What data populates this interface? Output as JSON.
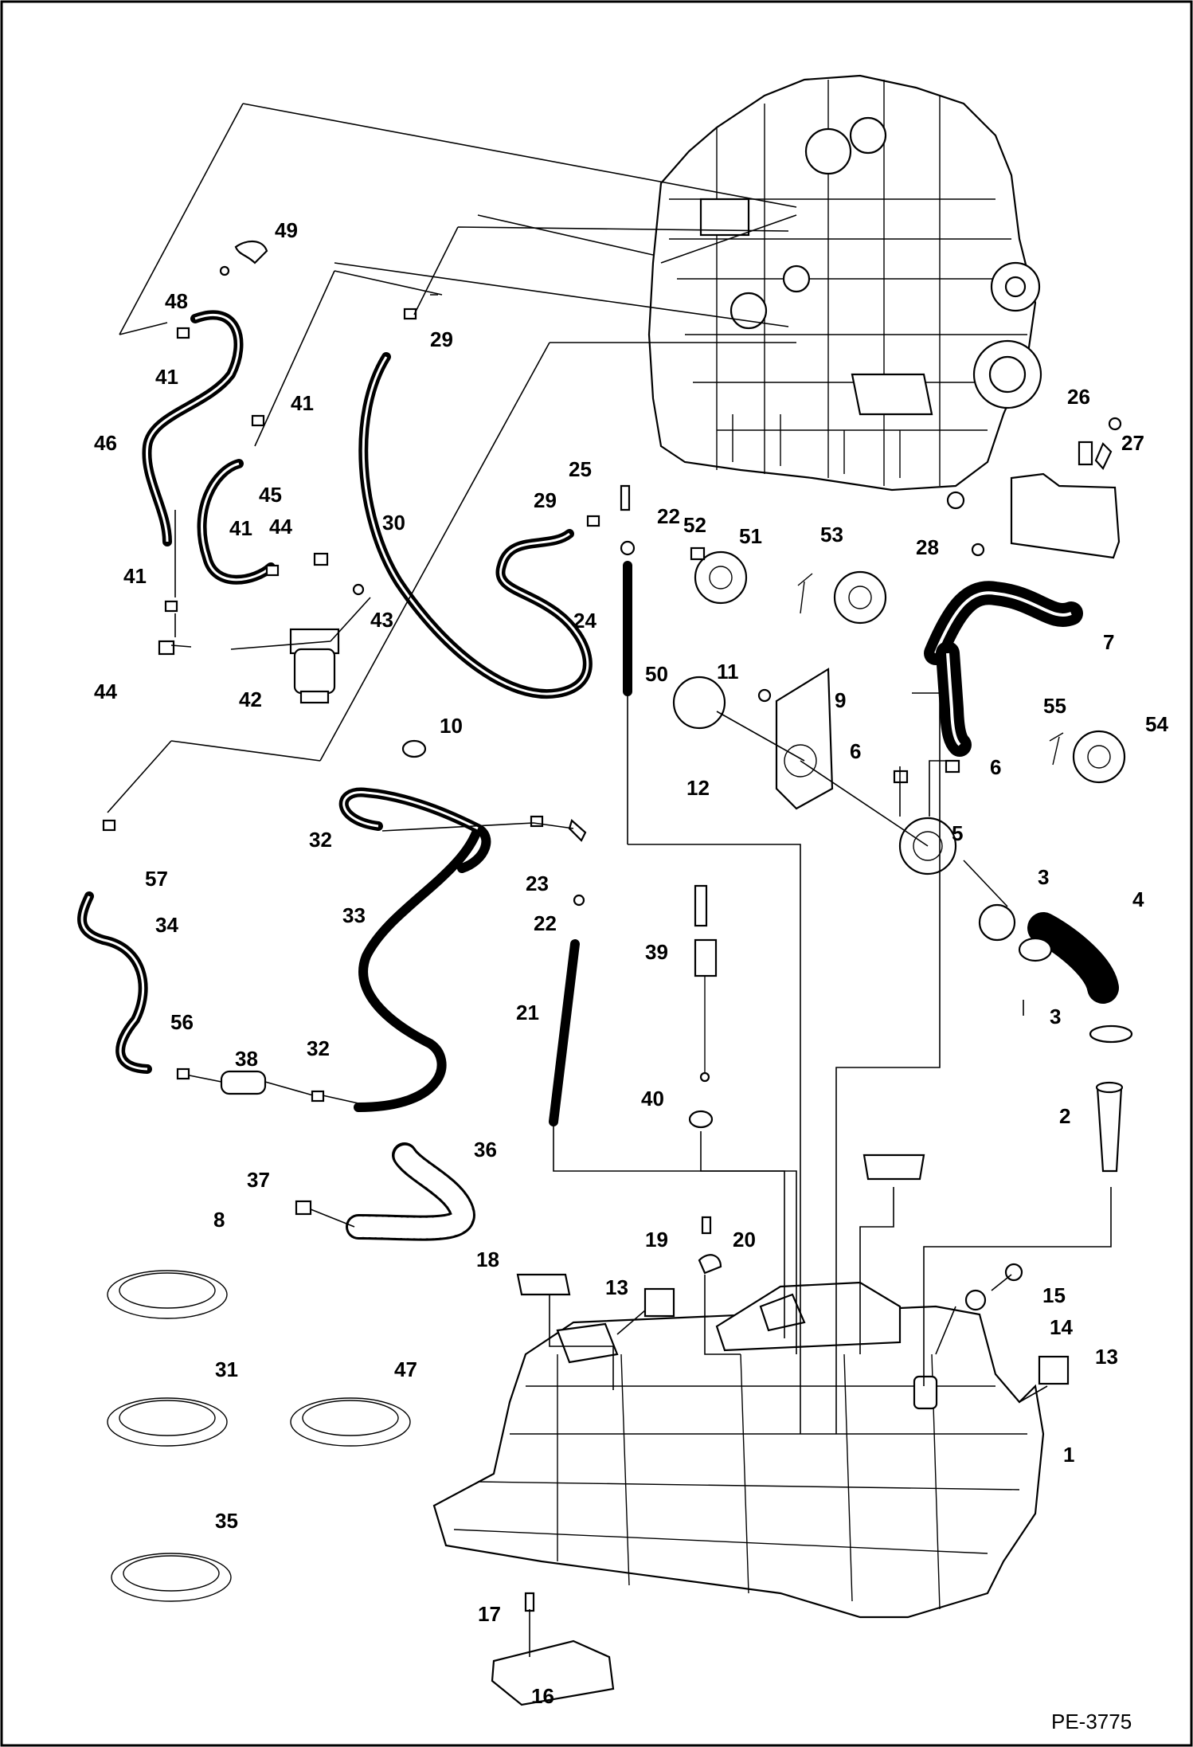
{
  "diagram": {
    "drawing_ref": "PE-3775",
    "callouts": [
      "1",
      "2",
      "3",
      "3",
      "4",
      "5",
      "6",
      "6",
      "7",
      "8",
      "9",
      "10",
      "11",
      "12",
      "13",
      "13",
      "14",
      "15",
      "16",
      "17",
      "18",
      "19",
      "20",
      "21",
      "22",
      "22",
      "23",
      "24",
      "25",
      "26",
      "27",
      "28",
      "29",
      "29",
      "30",
      "31",
      "32",
      "32",
      "33",
      "34",
      "35",
      "36",
      "37",
      "38",
      "39",
      "40",
      "41",
      "41",
      "41",
      "41",
      "42",
      "43",
      "44",
      "44",
      "45",
      "46",
      "47",
      "48",
      "49",
      "50",
      "51",
      "52",
      "53",
      "54",
      "55",
      "56",
      "57"
    ]
  }
}
